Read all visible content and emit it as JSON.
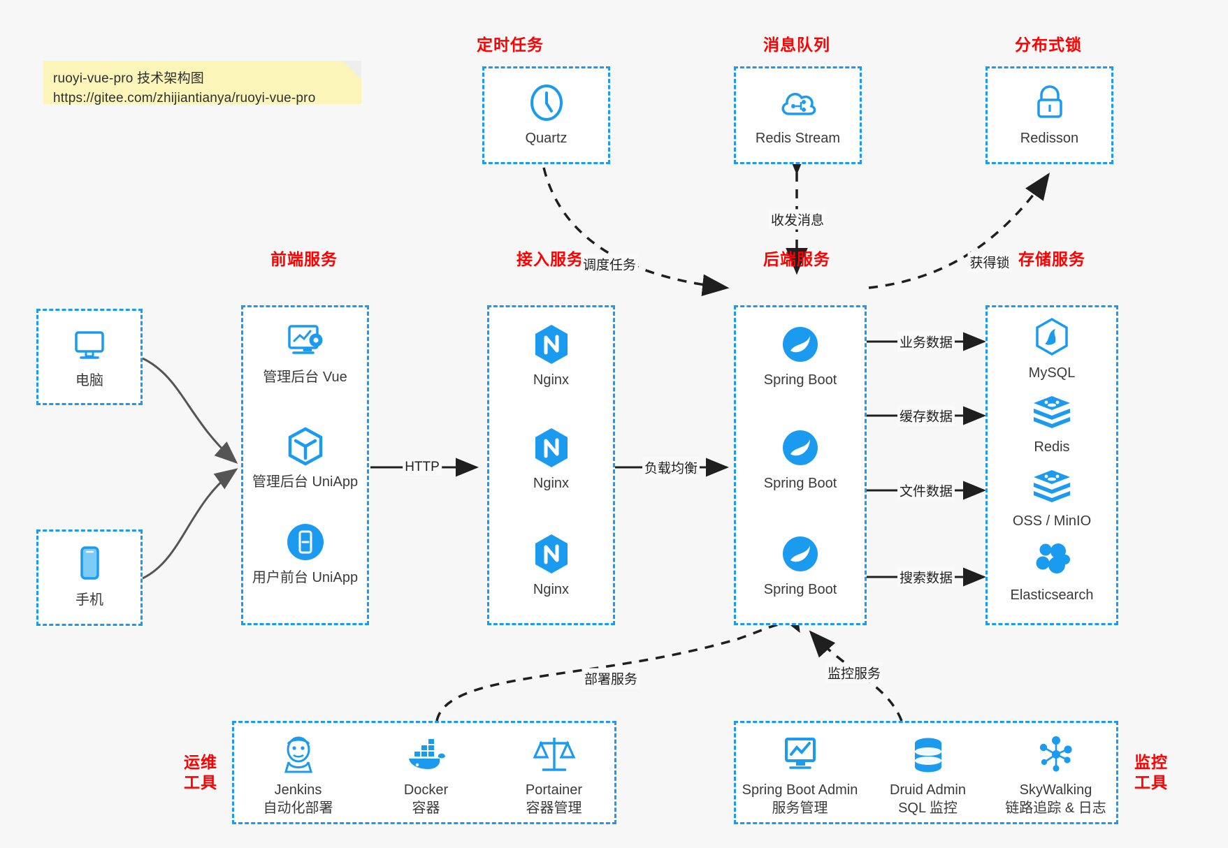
{
  "note": {
    "line1": "ruoyi-vue-pro 技术架构图",
    "line2": "https://gitee.com/zhijiantianya/ruoyi-vue-pro"
  },
  "colors": {
    "box_border": "#1b9bf0",
    "caption": "#ff0000",
    "icon": "#1b9bf0",
    "background": "#f7f7f7",
    "arrow": "#1f1f1f"
  },
  "groups": {
    "scheduled_task": {
      "caption": "定时任务",
      "nodes": [
        {
          "label": "Quartz",
          "icon": "clock-icon"
        }
      ]
    },
    "message_queue": {
      "caption": "消息队列",
      "nodes": [
        {
          "label": "Redis Stream",
          "icon": "cloud-stream-icon"
        }
      ]
    },
    "distributed_lock": {
      "caption": "分布式锁",
      "nodes": [
        {
          "label": "Redisson",
          "icon": "lock-icon"
        }
      ]
    },
    "clients": {
      "nodes": [
        {
          "label": "电脑",
          "icon": "desktop-icon"
        },
        {
          "label": "手机",
          "icon": "mobile-icon"
        }
      ]
    },
    "frontend": {
      "caption": "前端服务",
      "nodes": [
        {
          "label": "管理后台 Vue",
          "icon": "dashboard-gear-icon"
        },
        {
          "label": "管理后台 UniApp",
          "icon": "cube-icon"
        },
        {
          "label": "用户前台 UniApp",
          "icon": "phone-app-icon"
        }
      ]
    },
    "gateway": {
      "caption": "接入服务",
      "nodes": [
        {
          "label": "Nginx",
          "icon": "nginx-icon"
        },
        {
          "label": "Nginx",
          "icon": "nginx-icon"
        },
        {
          "label": "Nginx",
          "icon": "nginx-icon"
        }
      ]
    },
    "backend": {
      "caption": "后端服务",
      "nodes": [
        {
          "label": "Spring Boot",
          "icon": "spring-icon"
        },
        {
          "label": "Spring Boot",
          "icon": "spring-icon"
        },
        {
          "label": "Spring Boot",
          "icon": "spring-icon"
        }
      ]
    },
    "storage": {
      "caption": "存储服务",
      "nodes": [
        {
          "label": "MySQL",
          "icon": "mysql-icon"
        },
        {
          "label": "Redis",
          "icon": "redis-icon"
        },
        {
          "label": "OSS / MinIO",
          "icon": "oss-icon"
        },
        {
          "label": "Elasticsearch",
          "icon": "elasticsearch-icon"
        }
      ]
    },
    "devops": {
      "caption_line1": "运维",
      "caption_line2": "工具",
      "nodes": [
        {
          "label": "Jenkins",
          "sublabel": "自动化部署",
          "icon": "jenkins-icon"
        },
        {
          "label": "Docker",
          "sublabel": "容器",
          "icon": "docker-icon"
        },
        {
          "label": "Portainer",
          "sublabel": "容器管理",
          "icon": "portainer-icon"
        }
      ]
    },
    "monitoring": {
      "caption_line1": "监控",
      "caption_line2": "工具",
      "nodes": [
        {
          "label": "Spring Boot Admin",
          "sublabel": "服务管理",
          "icon": "monitor-chart-icon"
        },
        {
          "label": "Druid Admin",
          "sublabel": "SQL 监控",
          "icon": "database-icon"
        },
        {
          "label": "SkyWalking",
          "sublabel": "链路追踪 & 日志",
          "icon": "skywalking-icon"
        }
      ]
    }
  },
  "edges": {
    "schedule_task": "调度任务",
    "send_receive_message": "收发消息",
    "acquire_lock": "获得锁",
    "http": "HTTP",
    "load_balance": "负载均衡",
    "business_data": "业务数据",
    "cache_data": "缓存数据",
    "file_data": "文件数据",
    "search_data": "搜索数据",
    "deploy_service": "部署服务",
    "monitor_service": "监控服务"
  }
}
